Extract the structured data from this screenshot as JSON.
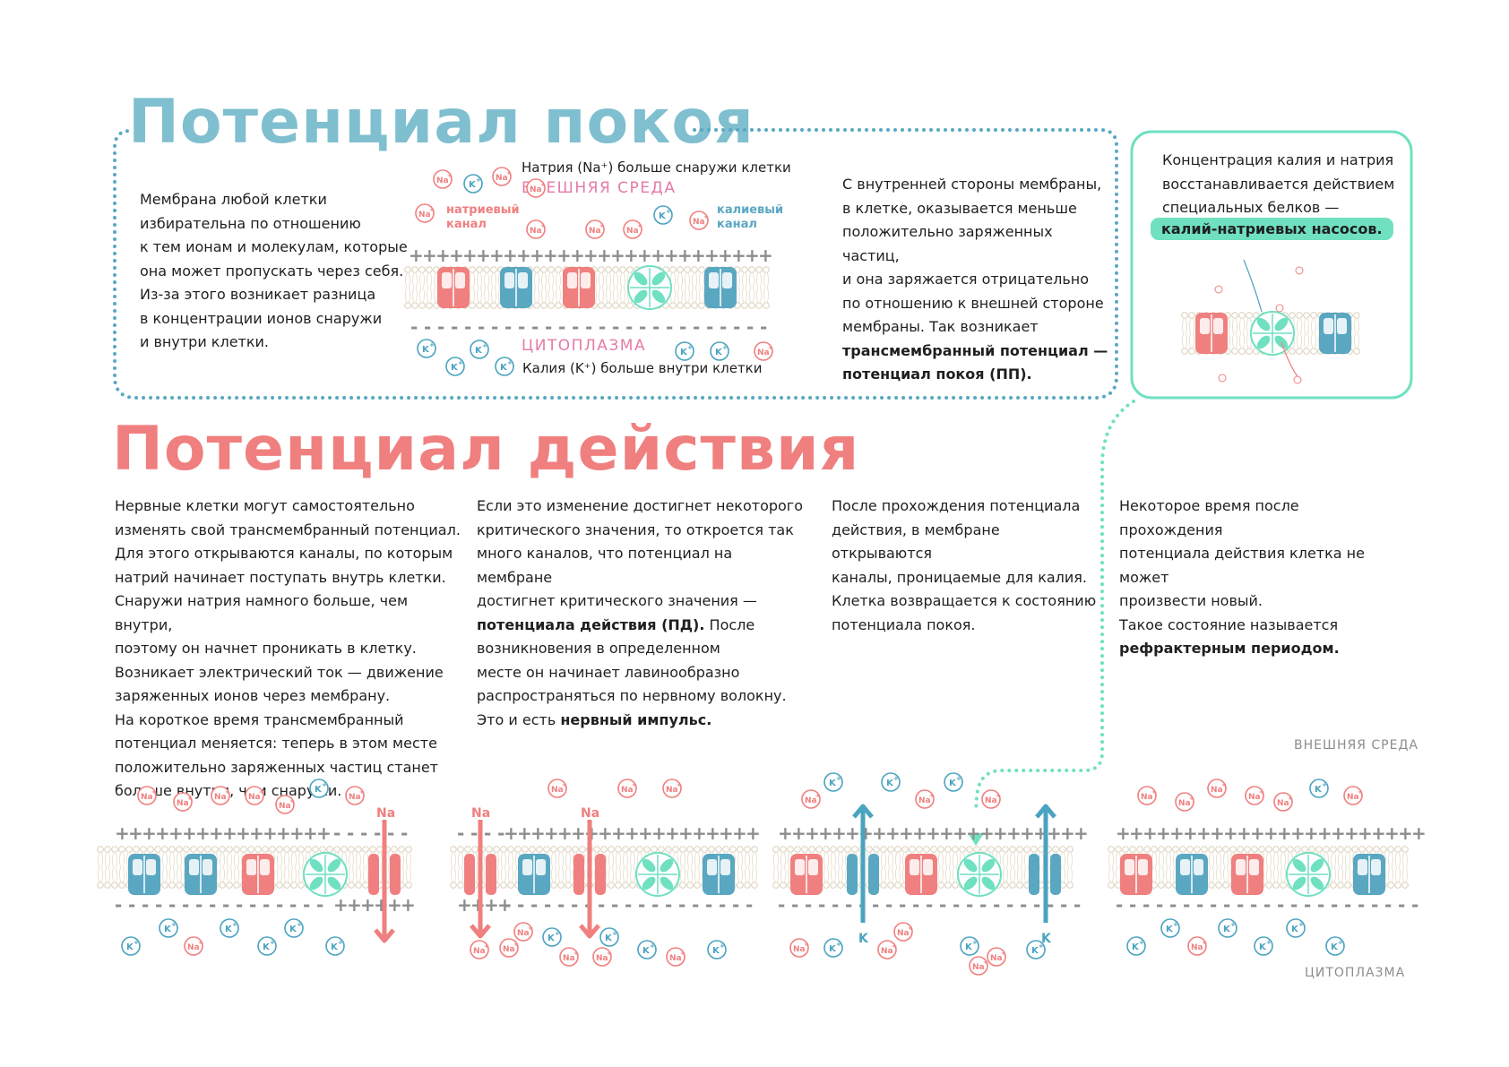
{
  "colors": {
    "teal": "#7fbfcf",
    "salmon": "#f07f7f",
    "mint": "#6fe0c0",
    "channel_red": "#f08080",
    "channel_blue": "#5aa7c2",
    "arrow_red": "#f07f7f",
    "arrow_blue": "#4aa3c0",
    "text": "#1f1f1f",
    "gray": "#8d8d8d"
  },
  "rest": {
    "title": "Потенциал покоя",
    "intro": [
      "Мембрана любой клетки",
      "избирательна по отношению",
      "к тем ионам и молекулам, которые",
      "она может пропускать через себя.",
      "Из-за этого возникает разница",
      "в концентрации ионов снаружи",
      "и внутри клетки."
    ],
    "diagram": {
      "na_outside": "Натрия (Na⁺) больше снаружи клетки",
      "outside_label": "ВНЕШНЯЯ СРЕДА",
      "inside_label": "ЦИТОПЛАЗМА",
      "na_channel": "натриевый канал",
      "k_channel": "калиевый канал",
      "k_inside": "Калия (K⁺) больше внутри клетки"
    },
    "explanation": [
      "С внутренней стороны мембраны,",
      "в клетке, оказывается меньше",
      "положительно заряженных частиц,",
      "и она заряжается отрицательно",
      "по отношению к внешней стороне",
      "мембраны. Так возникает"
    ],
    "explanation_bold": [
      "трансмембранный потенциал —",
      "потенциал покоя (ПП)."
    ],
    "pump_text": [
      "Концентрация калия и натрия",
      "восстанавливается действием",
      "специальных белков —"
    ],
    "pump_highlight": "калий-натриевых насосов."
  },
  "action": {
    "title": "Потенциал действия",
    "col1": [
      "Нервные клетки могут самостоятельно",
      "изменять свой трансмембранный потенциал.",
      "Для этого открываются каналы, по которым",
      "натрий начинает поступать внутрь клетки.",
      "Снаружи натрия намного больше, чем внутри,",
      "поэтому он начнет проникать в клетку.",
      "Возникает электрический ток — движение",
      "заряженных ионов через мембрану.",
      "На короткое время трансмембранный",
      "потенциал меняется: теперь в этом месте",
      "положительно заряженных частиц станет",
      "больше внутри, чем снаружи."
    ],
    "col2_lines": [
      "Если это изменение достигнет некоторого",
      "критического значения, то откроется так",
      "много каналов, что потенциал на мембране",
      "достигнет критического значения —"
    ],
    "col2_bold1": "потенциала действия (ПД).",
    "col2_after1": " После",
    "col2_more": [
      "возникновения в определенном",
      "месте он начинает лавинообразно",
      "распространяться по нервному волокну."
    ],
    "col2_last": "Это и есть ",
    "col2_bold2": "нервный импульс.",
    "col3": [
      "После прохождения потенциала",
      "действия, в мембране открываются",
      "каналы, проницаемые для калия.",
      "Клетка возвращается к состоянию",
      "потенциала покоя."
    ],
    "col4": [
      "Некоторое время после прохождения",
      "потенциала действия клетка не может",
      "произвести новый.",
      "Такое состояние называется"
    ],
    "col4_bold": "рефрактерным периодом.",
    "outside_label": "ВНЕШНЯЯ СРЕДА",
    "inside_label": "ЦИТОПЛАЗМА",
    "na_arrow_label": "Na",
    "k_arrow_label": "K"
  },
  "ions": {
    "na": "Na",
    "k": "K",
    "sup": "+"
  }
}
